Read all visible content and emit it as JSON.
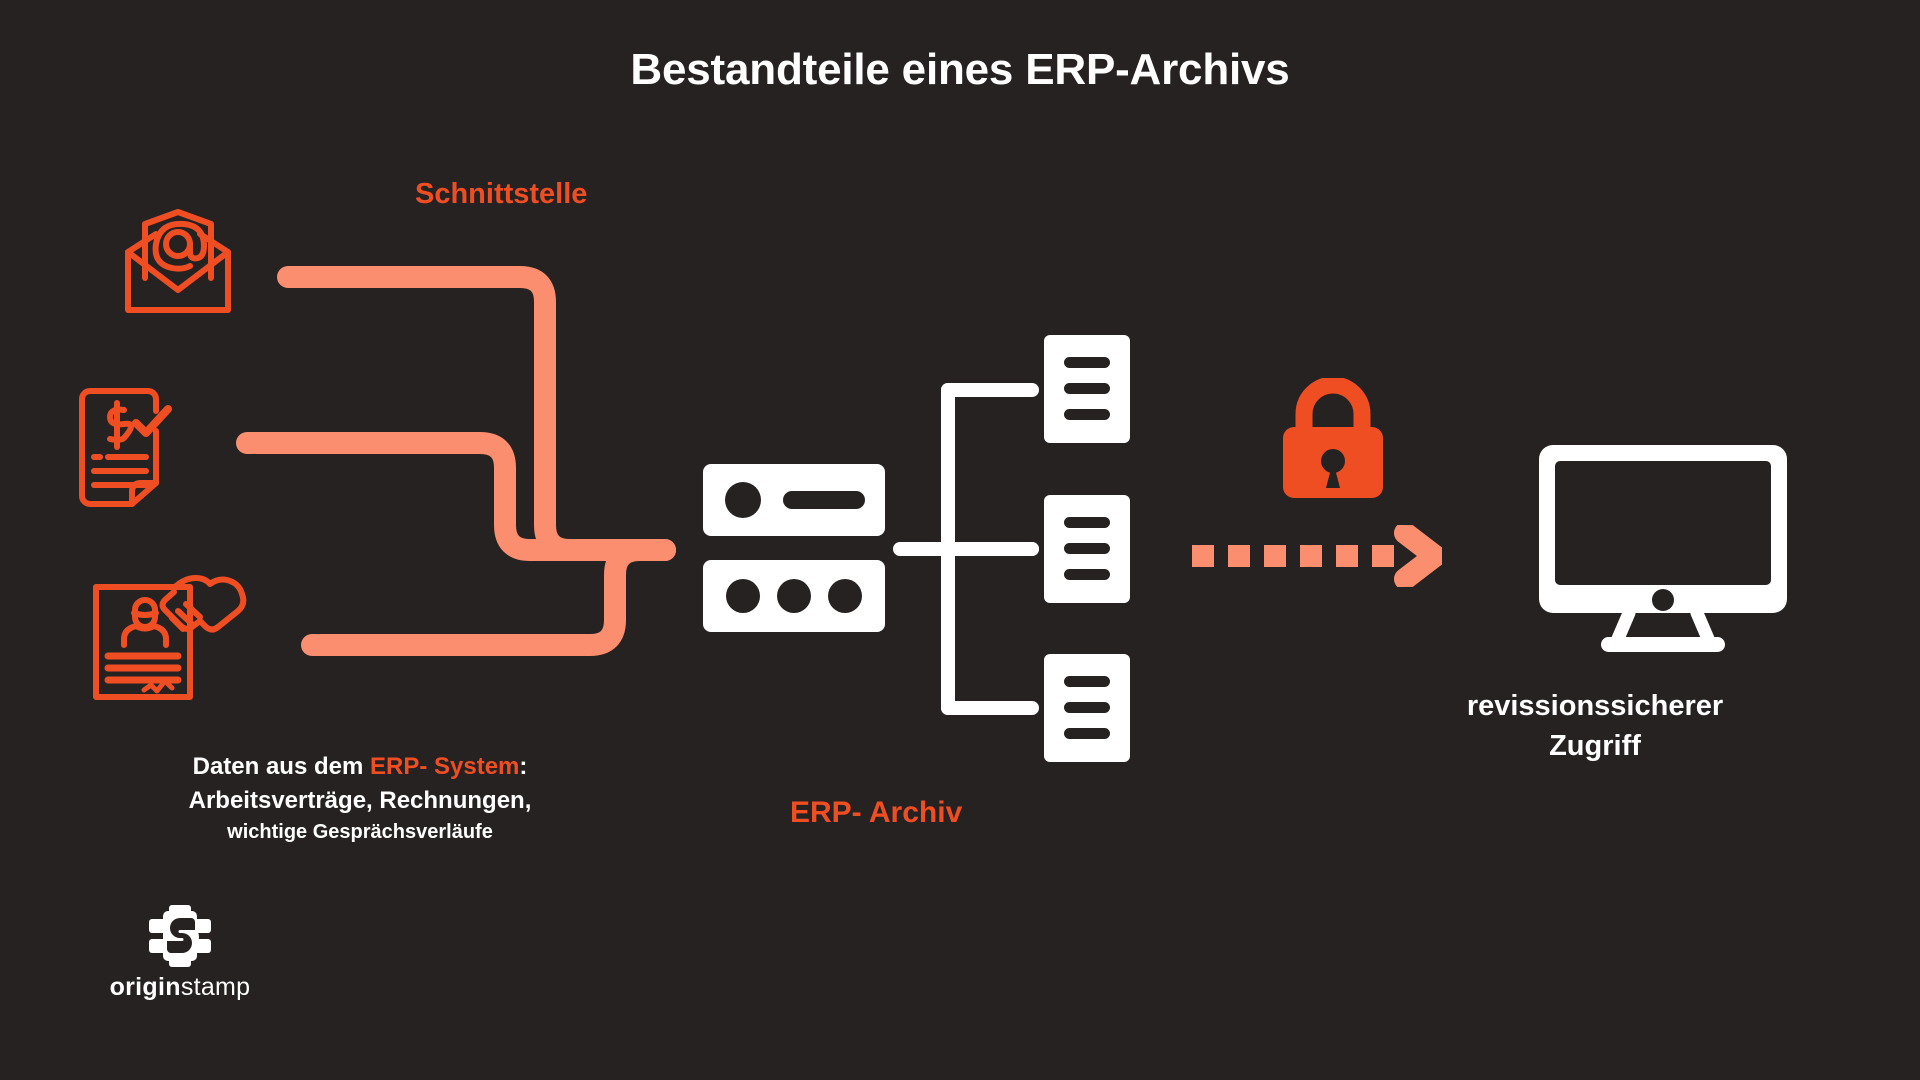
{
  "page": {
    "title": "Bestandteile eines ERP-Archivs",
    "background_color": "#262221"
  },
  "colors": {
    "background": "#262221",
    "accent_orange": "#EF4E23",
    "pipe_salmon": "#FA8E6E",
    "white": "#FFFFFF"
  },
  "labels": {
    "interface": "Schnittstelle",
    "archive": "ERP- Archiv"
  },
  "caption_left": {
    "line1_prefix": "Daten aus dem ",
    "line1_accent": "ERP- System",
    "line1_suffix": ":",
    "line2": "Arbeitsverträge, Rechnungen,",
    "line3": "wichtige Gesprächsverläufe"
  },
  "caption_right": {
    "line1": "revissionssicherer",
    "line2": "Zugriff"
  },
  "logo": {
    "mark": "originstamp-s-mark-icon",
    "word_bold": "origin",
    "word_light": "stamp"
  },
  "icons": [
    {
      "name": "email-envelope-at-icon",
      "color": "#EF4E23",
      "meaning": "E-Mail / Gesprächsverläufe"
    },
    {
      "name": "invoice-dollar-check-icon",
      "color": "#EF4E23",
      "meaning": "Rechnung"
    },
    {
      "name": "contract-handshake-icon",
      "color": "#EF4E23",
      "meaning": "Arbeitsvertrag"
    },
    {
      "name": "server-rack-icon",
      "color": "#FFFFFF",
      "meaning": "ERP-Archiv Server"
    },
    {
      "name": "document-tree-icon",
      "color": "#FFFFFF",
      "meaning": "Archivierte Dokumente"
    },
    {
      "name": "padlock-icon",
      "color": "#EF4E23",
      "meaning": "Revisionssicherheit"
    },
    {
      "name": "dotted-arrow-right-icon",
      "color": "#FA8E6E",
      "meaning": "Zugriff"
    },
    {
      "name": "desktop-monitor-icon",
      "color": "#FFFFFF",
      "meaning": "Zugriffs-Arbeitsplatz"
    }
  ],
  "diagram_data": {
    "type": "flow",
    "nodes": [
      {
        "id": "email",
        "label": "E-Mail",
        "column": 1
      },
      {
        "id": "invoice",
        "label": "Rechnung",
        "column": 1
      },
      {
        "id": "contract",
        "label": "Arbeitsvertrag",
        "column": 1
      },
      {
        "id": "server",
        "label": "ERP- Archiv",
        "column": 2
      },
      {
        "id": "docs",
        "label": "Archivdokumente",
        "column": 3
      },
      {
        "id": "lock",
        "label": "Revisionssicher",
        "column": 4
      },
      {
        "id": "monitor",
        "label": "revissionssicherer Zugriff",
        "column": 5
      }
    ],
    "edges": [
      {
        "from": "email",
        "to": "server",
        "style": "pipe",
        "label": "Schnittstelle"
      },
      {
        "from": "invoice",
        "to": "server",
        "style": "pipe",
        "label": "Schnittstelle"
      },
      {
        "from": "contract",
        "to": "server",
        "style": "pipe",
        "label": "Schnittstelle"
      },
      {
        "from": "server",
        "to": "docs",
        "style": "tree",
        "branches": 3
      },
      {
        "from": "docs",
        "to": "monitor",
        "style": "dotted-arrow"
      }
    ]
  }
}
